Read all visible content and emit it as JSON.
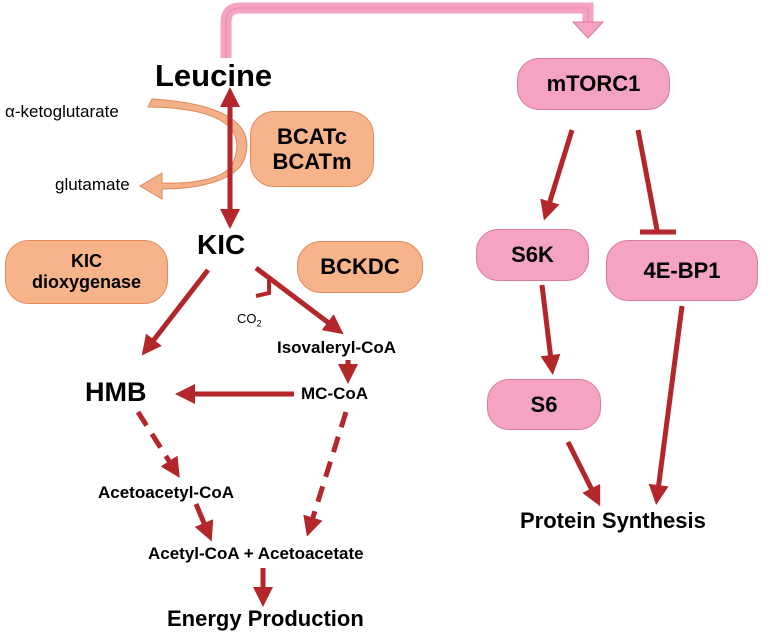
{
  "metabolites": {
    "leucine": "Leucine",
    "alpha_ketoglutarate": "α-ketoglutarate",
    "glutamate": "glutamate",
    "kic": "KIC",
    "co2": "CO",
    "co2_sub": "2",
    "isovaleryl_coa": "Isovaleryl-CoA",
    "mc_coa": "MC-CoA",
    "hmb": "HMB",
    "acetoacetyl_coa": "Acetoacetyl-CoA",
    "acetyl_coa_acetoacetate": "Acetyl-CoA + Acetoacetate",
    "energy_production": "Energy Production",
    "protein_synthesis": "Protein Synthesis"
  },
  "enzymes": {
    "bcatc": "BCATc",
    "bcatm": "BCATm",
    "kic_dioxygenase_1": "KIC",
    "kic_dioxygenase_2": "dioxygenase",
    "bckdc": "BCKDC"
  },
  "signaling": {
    "mtorc1": "mTORC1",
    "s6k": "S6K",
    "eif4ebp1": "4E-BP1",
    "s6": "S6"
  },
  "colors": {
    "arrow": "#b3262a",
    "enzyme_fill": "#f7b48b",
    "signaling_fill": "#f4a3c2",
    "connector": "#f4a3c2"
  }
}
